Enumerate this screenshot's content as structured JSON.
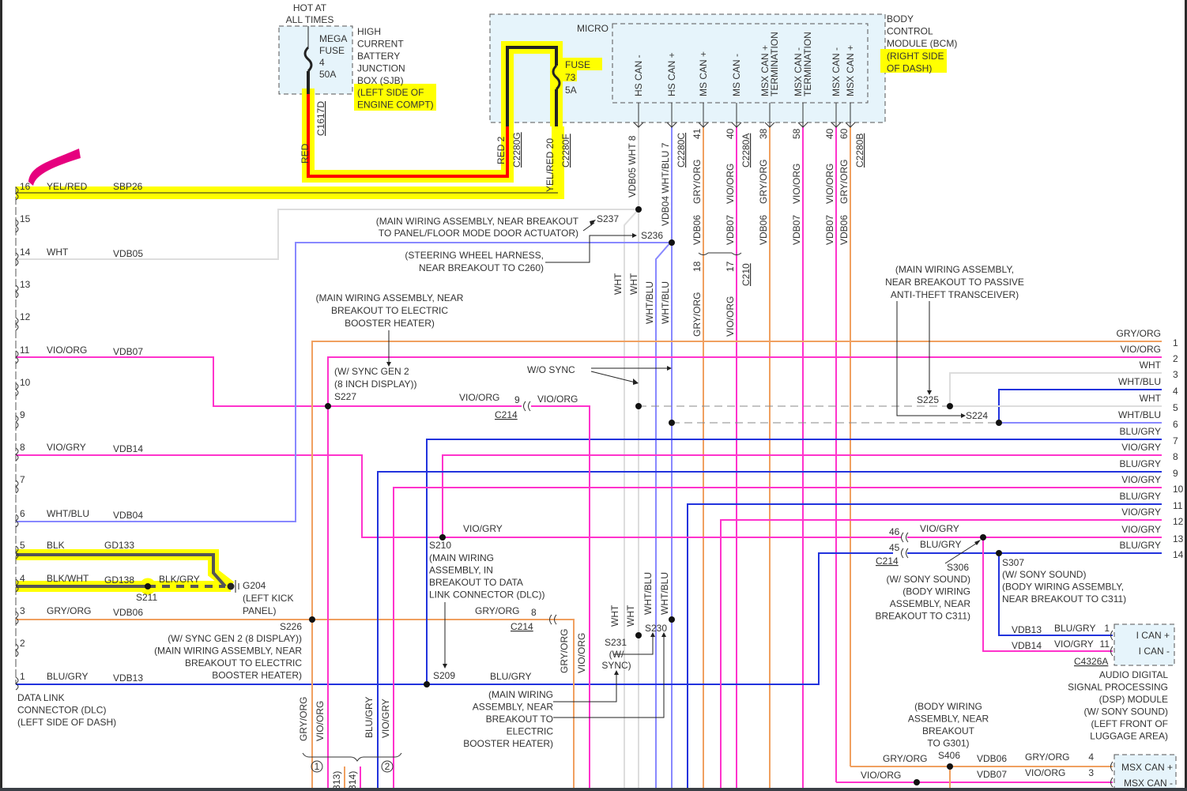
{
  "title": "Data Link Connector (DLC) / CAN Network Wiring Diagram",
  "colors": {
    "yellow_highlight": "#ffff00",
    "red_wire": "#ff0000",
    "violet_wire": "#ff33cc",
    "orange_wire": "#f0a060",
    "gray_wire": "#cccccc",
    "white_wire": "#dddddd",
    "white_blue_wire": "#8888ff",
    "blue_wire": "#2233dd",
    "black_wire": "#555555",
    "module_fill": "#e6f4fb",
    "markup_pink": "#e6007e"
  },
  "sjb": {
    "hot_label": [
      "HOT AT",
      "ALL TIMES"
    ],
    "fuse": [
      "MEGA",
      "FUSE",
      "4",
      "50A"
    ],
    "name": [
      "HIGH",
      "CURRENT",
      "BATTERY",
      "JUNCTION",
      "BOX (SJB)"
    ],
    "location": [
      "(LEFT SIDE OF",
      "ENGINE COMPT)"
    ],
    "connector": "C1617D",
    "wire_color": "RED"
  },
  "bcm": {
    "micro_label": "MICRO",
    "fuse": [
      "FUSE",
      "73",
      "5A"
    ],
    "name": [
      "BODY",
      "CONTROL",
      "MODULE (BCM)"
    ],
    "location": [
      "(RIGHT SIDE",
      "OF DASH)"
    ],
    "pins": [
      {
        "label": [
          "HS CAN -"
        ],
        "pin": "8",
        "color": "WHT",
        "circuit": "VDB05"
      },
      {
        "label": [
          "HS CAN +"
        ],
        "pin": "7",
        "color": "WHT/BLU",
        "circuit": "VDB04"
      },
      {
        "label": [
          "MS CAN +"
        ],
        "pin": "41",
        "color": "GRY/ORG",
        "circuit": "VDB06"
      },
      {
        "label": [
          "MS CAN -"
        ],
        "pin": "40",
        "color": "VIO/ORG",
        "circuit": "VDB07"
      },
      {
        "label": [
          "MSX CAN +",
          "TERMINATION"
        ],
        "pin": "38",
        "color": "GRY/ORG",
        "circuit": "VDB06"
      },
      {
        "label": [
          "MSX CAN -",
          "TERMINATION"
        ],
        "pin": "58",
        "color": "VIO/ORG",
        "circuit": "VDB07"
      },
      {
        "label": [
          "MSX CAN -"
        ],
        "pin": "40",
        "color": "VIO/ORG",
        "circuit": "VDB07"
      },
      {
        "label": [
          "MSX CAN +"
        ],
        "pin": "60",
        "color": "GRY/ORG",
        "circuit": "VDB06"
      }
    ],
    "connectors": {
      "c2280g": "C2280G",
      "c2280g_pin": "2",
      "c2280g_color": "RED",
      "c2280f": "C2280F",
      "c2280f_pin": "20",
      "c2280f_color": "YEL/RED",
      "c2280c": "C2280C",
      "c2280a": "C2280A",
      "c2280b": "C2280B"
    }
  },
  "dlc": {
    "name": [
      "DATA LINK",
      "CONNECTOR (DLC)",
      "(LEFT SIDE OF DASH)"
    ],
    "pins": [
      {
        "pin": "16",
        "color": "YEL/RED",
        "circuit": "SBP26"
      },
      {
        "pin": "15",
        "color": "",
        "circuit": ""
      },
      {
        "pin": "14",
        "color": "WHT",
        "circuit": "VDB05"
      },
      {
        "pin": "13",
        "color": "",
        "circuit": ""
      },
      {
        "pin": "12",
        "color": "",
        "circuit": ""
      },
      {
        "pin": "11",
        "color": "VIO/ORG",
        "circuit": "VDB07"
      },
      {
        "pin": "10",
        "color": "",
        "circuit": ""
      },
      {
        "pin": "9",
        "color": "",
        "circuit": ""
      },
      {
        "pin": "8",
        "color": "VIO/GRY",
        "circuit": "VDB14"
      },
      {
        "pin": "7",
        "color": "",
        "circuit": ""
      },
      {
        "pin": "6",
        "color": "WHT/BLU",
        "circuit": "VDB04"
      },
      {
        "pin": "5",
        "color": "BLK",
        "circuit": "GD133"
      },
      {
        "pin": "4",
        "color": "BLK/WHT",
        "circuit": "GD138"
      },
      {
        "pin": "3",
        "color": "GRY/ORG",
        "circuit": "VDB06"
      },
      {
        "pin": "2",
        "color": "",
        "circuit": ""
      },
      {
        "pin": "1",
        "color": "BLU/GRY",
        "circuit": "VDB13"
      }
    ]
  },
  "ground": {
    "splice": "S211",
    "wire_color": "BLK/GRY",
    "name": "G204",
    "location": [
      "(LEFT KICK",
      "PANEL)"
    ]
  },
  "c210": {
    "name": "C210",
    "pin_a": "18",
    "pin_b": "17",
    "color_a": "GRY/ORG",
    "color_b": "VIO/ORG",
    "circuit_a": "VDB06",
    "circuit_b": "VDB07"
  },
  "splices": {
    "s237": {
      "id": "S237",
      "note": [
        "(MAIN WIRING ASSEMBLY, NEAR BREAKOUT",
        "TO PANEL/FLOOR MODE DOOR ACTUATOR)"
      ]
    },
    "s236": {
      "id": "S236",
      "note": [
        "(STEERING WHEEL HARNESS,",
        "NEAR BREAKOUT TO C260)"
      ]
    },
    "s227": {
      "id": "S227",
      "note": [
        "(W/ SYNC GEN 2",
        "(8 INCH DISPLAY))"
      ],
      "callout": [
        "(MAIN WIRING ASSEMBLY, NEAR",
        "BREAKOUT TO ELECTRIC",
        "BOOSTER HEATER)"
      ]
    },
    "wo_sync": "W/O SYNC",
    "s225": {
      "id": "S225"
    },
    "s224": {
      "id": "S224"
    },
    "pats_note": [
      "(MAIN WIRING ASSEMBLY,",
      "NEAR BREAKOUT TO PASSIVE",
      "ANTI-THEFT TRANSCEIVER)"
    ],
    "s210": {
      "id": "S210",
      "note": [
        "(MAIN WIRING",
        "ASSEMBLY, IN",
        "BREAKOUT TO DATA",
        "LINK CONNECTOR (DLC))"
      ]
    },
    "s226": {
      "id": "S226",
      "note": [
        "(W/ SYNC GEN 2 (8 DISPLAY))",
        "(MAIN WIRING ASSEMBLY, NEAR",
        "BREAKOUT TO ELECTRIC",
        "BOOSTER HEATER)"
      ]
    },
    "s209": {
      "id": "S209"
    },
    "s230": {
      "id": "S230"
    },
    "s231": {
      "id": "S231",
      "note": [
        "(W/",
        "SYNC)"
      ]
    },
    "s230_note": [
      "(MAIN WIRING",
      "ASSEMBLY, NEAR",
      "BREAKOUT TO",
      "ELECTRIC",
      "BOOSTER HEATER)"
    ],
    "s306": {
      "id": "S306",
      "note": [
        "(W/ SONY SOUND)",
        "(BODY WIRING",
        "ASSEMBLY, NEAR",
        "BREAKOUT TO C311)"
      ]
    },
    "s307": {
      "id": "S307",
      "note": [
        "(W/ SONY SOUND)",
        "(BODY WIRING ASSEMBLY,",
        "NEAR BREAKOUT TO C311)"
      ]
    },
    "s406": {
      "id": "S406",
      "note": [
        "(BODY WIRING",
        "ASSEMBLY, NEAR",
        "BREAKOUT",
        "TO G301)"
      ]
    }
  },
  "c214": {
    "name": "C214",
    "pin9": "9",
    "pin9_color": "VIO/ORG",
    "pin8": "8",
    "pin8_color": "GRY/ORG",
    "pin46": "46",
    "pin45": "45"
  },
  "right_bus": {
    "lines": [
      {
        "n": "1",
        "color": "GRY/ORG"
      },
      {
        "n": "2",
        "color": "VIO/ORG"
      },
      {
        "n": "3",
        "color": "WHT"
      },
      {
        "n": "4",
        "color": "WHT/BLU"
      },
      {
        "n": "5",
        "color": "WHT"
      },
      {
        "n": "6",
        "color": "WHT/BLU"
      },
      {
        "n": "7",
        "color": "BLU/GRY"
      },
      {
        "n": "8",
        "color": "VIO/GRY"
      },
      {
        "n": "9",
        "color": "BLU/GRY"
      },
      {
        "n": "10",
        "color": "VIO/GRY"
      },
      {
        "n": "11",
        "color": "BLU/GRY"
      },
      {
        "n": "12",
        "color": "VIO/GRY"
      },
      {
        "n": "13",
        "color": "VIO/GRY"
      },
      {
        "n": "14",
        "color": "BLU/GRY"
      }
    ]
  },
  "mid_labels": {
    "vio_gry": "VIO/GRY",
    "blu_gry": "BLU/GRY",
    "gry_org": "GRY/ORG",
    "vio_org": "VIO/ORG",
    "wht": "WHT",
    "wht_blu": "WHT/BLU"
  },
  "dsp": {
    "connector": "C4326A",
    "pins": [
      {
        "pin": "1",
        "color": "BLU/GRY",
        "circuit": "VDB13",
        "label": "I CAN +"
      },
      {
        "pin": "11",
        "color": "VIO/GRY",
        "circuit": "VDB14",
        "label": "I CAN -"
      }
    ],
    "name": [
      "AUDIO DIGITAL",
      "SIGNAL PROCESSING",
      "(DSP) MODULE",
      "(W/ SONY SOUND)",
      "(LEFT FRONT OF",
      "LUGGAGE AREA)"
    ]
  },
  "msx_module": {
    "pins": [
      {
        "pin": "4",
        "color": "GRY/ORG",
        "circuit": "VDB06",
        "label": "MSX CAN +"
      },
      {
        "pin": "3",
        "color": "VIO/ORG",
        "circuit": "VDB07",
        "label": "MSX CAN -"
      }
    ]
  },
  "bottom_group": {
    "marker1": "1",
    "marker2": "2",
    "frag1": "B13)",
    "frag2": "B14)"
  }
}
